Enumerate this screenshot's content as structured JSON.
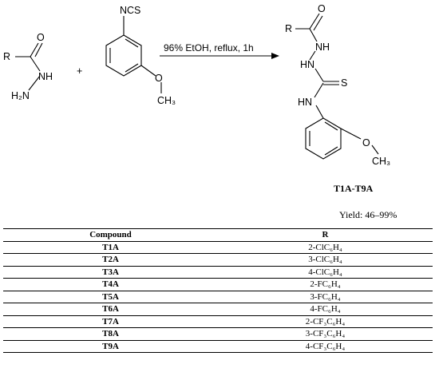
{
  "scheme": {
    "reactant1": {
      "r": "R",
      "o": "O",
      "nh": "NH",
      "h2n": "H₂N"
    },
    "plus": "+",
    "reactant2": {
      "ncs": "NCS",
      "o": "O",
      "ch3": "CH₃"
    },
    "conditions": "96% EtOH, reflux, 1h",
    "product": {
      "r": "R",
      "o": "O",
      "nh1": "NH",
      "nh2": "HN",
      "s": "S",
      "nh3": "HN",
      "o2": "O",
      "ch3": "CH₃"
    },
    "product_label": "T1A-T9A",
    "yield": "Yield: 46–99%"
  },
  "table": {
    "headers": [
      "Compound",
      "R"
    ],
    "rows": [
      [
        "T1A",
        "2-ClC₆H₄"
      ],
      [
        "T2A",
        "3-ClC₆H₄"
      ],
      [
        "T3A",
        "4-ClC₆H₄"
      ],
      [
        "T4A",
        "2-FC₆H₄"
      ],
      [
        "T5A",
        "3-FC₆H₄"
      ],
      [
        "T6A",
        "4-FC₆H₄"
      ],
      [
        "T7A",
        "2-CF₃C₆H₄"
      ],
      [
        "T8A",
        "3-CF₃C₆H₄"
      ],
      [
        "T9A",
        "4-CF₃C₆H₄"
      ]
    ]
  }
}
